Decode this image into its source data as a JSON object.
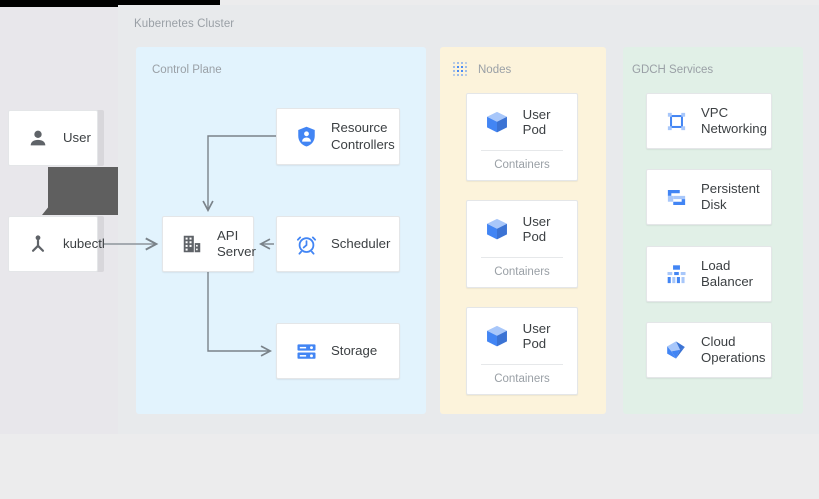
{
  "cluster": {
    "title": "Kubernetes Cluster"
  },
  "zones": {
    "control_plane": {
      "title": "Control Plane",
      "color": "#e2f3fd"
    },
    "nodes": {
      "title": "Nodes",
      "color": "#fcf3db",
      "icon": "nodes-grid-icon"
    },
    "gdch": {
      "title": "GDCH Services",
      "color": "#e1f0e7"
    }
  },
  "actors": [
    {
      "label": "User",
      "icon": "person-icon"
    },
    {
      "label": "kubectl",
      "icon": "kubectl-icon"
    }
  ],
  "control_plane_cards": [
    {
      "label": "API\nServer",
      "icon": "api-server-building-icon"
    },
    {
      "label": "Resource\nControllers",
      "icon": "shield-person-icon"
    },
    {
      "label": "Scheduler",
      "icon": "alarm-clock-icon"
    },
    {
      "label": "Storage",
      "icon": "database-rack-icon"
    }
  ],
  "pods": [
    {
      "label": "User Pod",
      "footer": "Containers",
      "icon": "cube-icon"
    },
    {
      "label": "User Pod",
      "footer": "Containers",
      "icon": "cube-icon"
    },
    {
      "label": "User Pod",
      "footer": "Containers",
      "icon": "cube-icon"
    }
  ],
  "gdch_services": [
    {
      "label": "VPC\nNetworking",
      "icon": "vpc-networking-icon"
    },
    {
      "label": "Persistent\nDisk",
      "icon": "persistent-disk-icon"
    },
    {
      "label": "Load\nBalancer",
      "icon": "load-balancer-icon"
    },
    {
      "label": "Cloud\nOperations",
      "icon": "cloud-operations-icon"
    }
  ],
  "connectors": [
    {
      "from": "kubectl",
      "to": "api-server",
      "style": "arrow-right"
    },
    {
      "from": "resource-controllers",
      "to": "api-server",
      "style": "elbow-down-arrow"
    },
    {
      "from": "scheduler",
      "to": "api-server",
      "style": "arrow-left"
    },
    {
      "from": "api-server",
      "to": "storage",
      "style": "elbow-down-right-arrow"
    }
  ],
  "colors": {
    "accent_blue": "#4285f4",
    "icon_gray": "#5f6368",
    "text": "#3c4043",
    "muted_text": "#9aa0a6",
    "connector": "#7a8289"
  }
}
